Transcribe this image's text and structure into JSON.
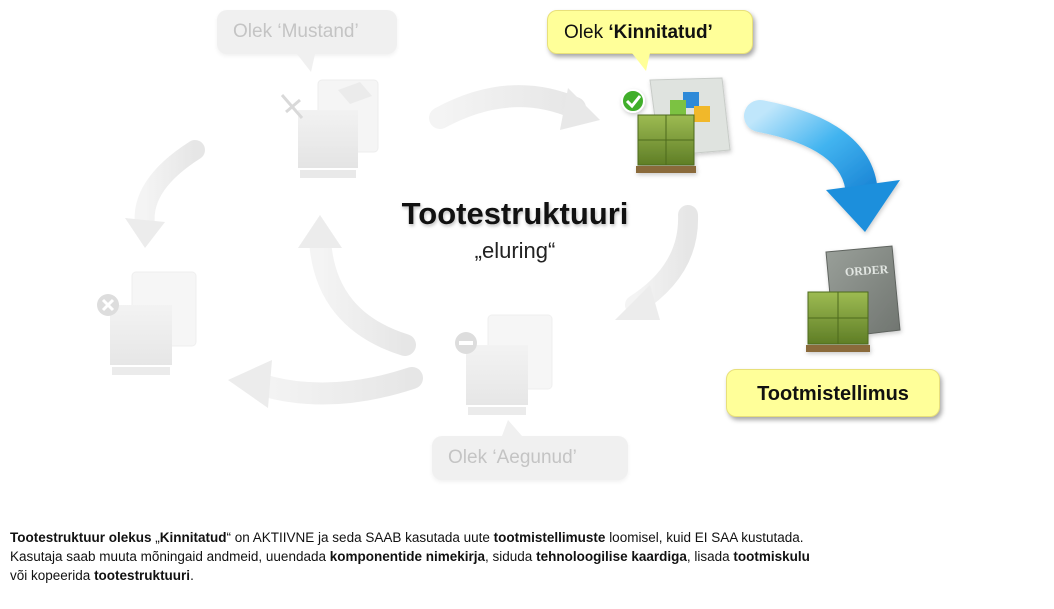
{
  "diagram": {
    "center_title": "Tootestruktuuri",
    "center_subtitle": "„eluring“",
    "states": {
      "mustand": {
        "prefix": "Olek ",
        "name": "‘Mustand’"
      },
      "kinnitatud": {
        "prefix": "Olek ",
        "name": "‘Kinnitatud’"
      },
      "aegunud": {
        "prefix": "Olek ",
        "name": "‘Aegunud’"
      }
    },
    "order_label": "Tootmistellimus",
    "order_doc_text": "ORDER"
  },
  "footer": {
    "line1": [
      {
        "t": "Tootestruktuur olekus ",
        "b": true
      },
      {
        "t": "„",
        "b": false
      },
      {
        "t": "Kinnitatud",
        "b": true
      },
      {
        "t": "“ on AKTIIVNE ja seda SAAB kasutada uute ",
        "b": false
      },
      {
        "t": "tootmistellimuste ",
        "b": true
      },
      {
        "t": "loomisel, kuid EI SAA kustutada.",
        "b": false
      }
    ],
    "line2": [
      {
        "t": "Kasutaja saab muuta mõningaid andmeid, uuendada ",
        "b": false
      },
      {
        "t": "komponentide nimekirja",
        "b": true
      },
      {
        "t": ", siduda ",
        "b": false
      },
      {
        "t": "tehnoloogilise kaardiga",
        "b": true
      },
      {
        "t": ", lisada ",
        "b": false
      },
      {
        "t": "tootmiskulu",
        "b": true
      }
    ],
    "line3": [
      {
        "t": "või kopeerida ",
        "b": false
      },
      {
        "t": "tootestruktuuri",
        "b": true
      },
      {
        "t": ".",
        "b": false
      }
    ]
  },
  "colors": {
    "highlight": "#ffff99",
    "faded_bubble": "#f0f0f0",
    "faded_text": "#c4c4c4",
    "arrow_blue": "#2aa3e8",
    "box_green": "#7a9a3a",
    "check_green": "#3fae2a"
  },
  "icons": {
    "draft_state": "no-edit-icon",
    "approved_state": "check-icon",
    "obsolete_state": "minus-icon",
    "deleted_state": "x-icon"
  }
}
